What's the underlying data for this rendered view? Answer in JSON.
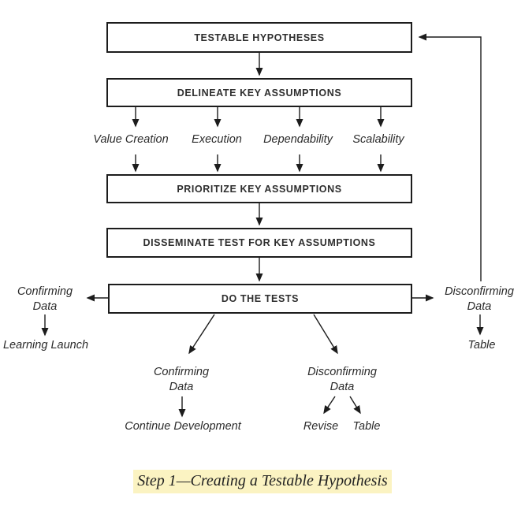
{
  "diagram": {
    "boxes": [
      {
        "label": "TESTABLE HYPOTHESES"
      },
      {
        "label": "DELINEATE KEY ASSUMPTIONS"
      },
      {
        "label": "PRIORITIZE KEY ASSUMPTIONS"
      },
      {
        "label": "DISSEMINATE TEST FOR KEY ASSUMPTIONS"
      },
      {
        "label": "DO THE TESTS"
      }
    ],
    "assumption_labels": [
      {
        "label": "Value Creation"
      },
      {
        "label": "Execution"
      },
      {
        "label": "Dependability"
      },
      {
        "label": "Scalability"
      }
    ],
    "left_branch": {
      "line1": "Confirming",
      "line2": "Data",
      "outcome": "Learning Launch"
    },
    "right_branch": {
      "line1": "Disconfirming",
      "line2": "Data",
      "outcome": "Table"
    },
    "bottom_left_branch": {
      "line1": "Confirming",
      "line2": "Data",
      "outcome": "Continue Development"
    },
    "bottom_right_branch": {
      "line1": "Disconfirming",
      "line2": "Data",
      "outcome_left": "Revise",
      "outcome_right": "Table"
    },
    "caption": "Step 1—Creating a Testable Hypothesis",
    "colors": {
      "line": "#1c1c1c",
      "box_border": "#1c1c1c",
      "text": "#2a2a2a",
      "caption_highlight": "#FBF3C2",
      "background": "#ffffff"
    }
  }
}
